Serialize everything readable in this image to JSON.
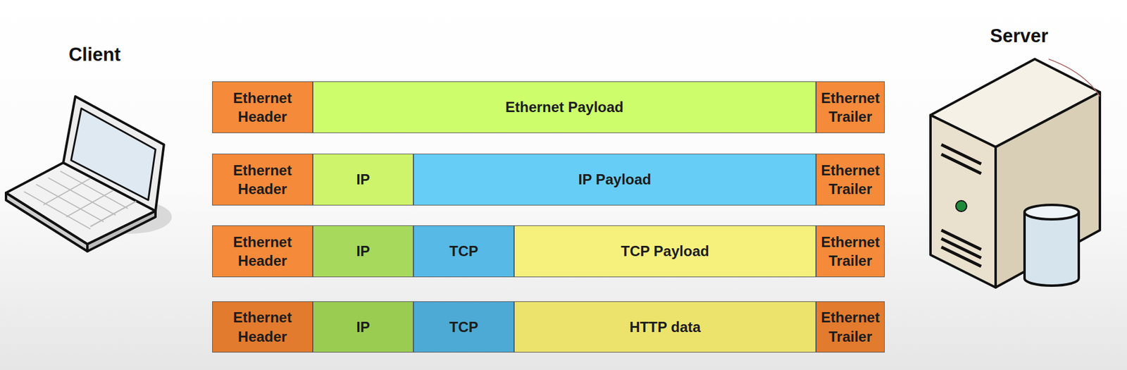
{
  "diagram": {
    "nodes": [
      {
        "text": [
          "Ethernet Header"
        ]
      },
      {
        "text": [
          "Ethernet Payload"
        ]
      },
      {
        "text": [
          "Ethernet Trailer"
        ]
      },
      {
        "text": [
          "Ethernet Header"
        ]
      },
      {
        "text": [
          "IP"
        ]
      },
      {
        "text": [
          "IP Payload"
        ]
      },
      {
        "text": [
          "Ethernet Trailer"
        ]
      },
      {
        "text": [
          "Ethernet Header"
        ]
      },
      {
        "text": [
          "IP"
        ]
      },
      {
        "text": [
          "TCP"
        ]
      },
      {
        "text": [
          "TCP Payload"
        ]
      },
      {
        "text": [
          "Ethernet Trailer"
        ]
      },
      {
        "text": [
          "Ethernet Header"
        ]
      },
      {
        "text": [
          "IP"
        ]
      },
      {
        "text": [
          "TCP"
        ]
      },
      {
        "text": [
          "HTTP data"
        ]
      },
      {
        "text": [
          "Ethernet Trailer"
        ]
      }
    ],
    "labels": [
      "Client",
      "Server"
    ]
  }
}
